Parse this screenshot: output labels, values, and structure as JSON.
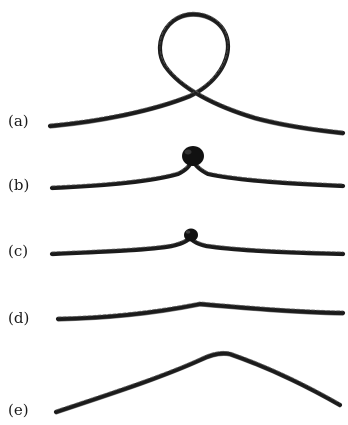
{
  "panels": [
    {
      "id": "a",
      "label": "(a)",
      "state": "open loop"
    },
    {
      "id": "b",
      "label": "(b)",
      "state": "tight large knot"
    },
    {
      "id": "c",
      "label": "(c)",
      "state": "tight small knot"
    },
    {
      "id": "d",
      "label": "(d)",
      "state": "slight bump"
    },
    {
      "id": "e",
      "label": "(e)",
      "state": "smooth bend"
    }
  ],
  "colors": {
    "ink": "#1b1b1b",
    "background": "#ffffff"
  }
}
